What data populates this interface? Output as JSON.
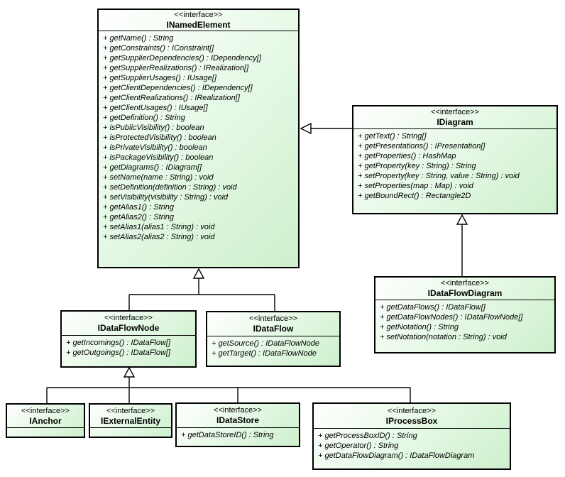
{
  "colors": {
    "background": "#ffffff",
    "box_border": "#000000",
    "box_fill_start": "#ffffff",
    "box_fill_end": "#cdf0cd",
    "line_color": "#000000"
  },
  "classes": [
    {
      "stereotype": "<<interface>>",
      "name": "INamedElement",
      "methods": [
        "+ getName() : String",
        "+ getConstraints() : IConstraint[]",
        "+ getSupplierDependencies() : IDependency[]",
        "+ getSupplierRealizations() : IRealization[]",
        "+ getSupplierUsages() : IUsage[]",
        "+ getClientDependencies() : IDependency[]",
        "+ getClientRealizations() : IRealization[]",
        "+ getClientUsages() : IUsage[]",
        "+ getDefinition() : String",
        "+ isPublicVisibility() : boolean",
        "+ isProtectedVisibility() : boolean",
        "+ isPrivateVisibility() : boolean",
        "+ isPackageVisibility() : boolean",
        "+ getDiagrams() : IDiagram[]",
        "+ setName(name : String) : void",
        "+ setDefinition(definition : String) : void",
        "+ setVisibility(visibility : String) : void",
        "+ getAlias1() : String",
        "+ getAlias2() : String",
        "+ setAlias1(alias1 : String) : void",
        "+ setAlias2(alias2 : String) : void"
      ]
    },
    {
      "stereotype": "<<interface>>",
      "name": "IDiagram",
      "methods": [
        "+ getText() : String[]",
        "+ getPresentations() : IPresentation[]",
        "+ getProperties() : HashMap",
        "+ getProperty(key : String) : String",
        "+ setProperty(key : String, value : String) : void",
        "+ setProperties(map : Map) : void",
        "+ getBoundRect() : Rectangle2D"
      ]
    },
    {
      "stereotype": "<<interface>>",
      "name": "IDataFlowDiagram",
      "methods": [
        "+ getDataFlows() : IDataFlow[]",
        "+ getDataFlowNodes() : IDataFlowNode[]",
        "+ getNotation() : String",
        "+ setNotation(notation : String) : void"
      ]
    },
    {
      "stereotype": "<<interface>>",
      "name": "IDataFlowNode",
      "methods": [
        "+ getIncomings() : IDataFlow[]",
        "+ getOutgoings() : IDataFlow[]"
      ]
    },
    {
      "stereotype": "<<interface>>",
      "name": "IDataFlow",
      "methods": [
        "+ getSource() : IDataFlowNode",
        "+ getTarget() : IDataFlowNode"
      ]
    },
    {
      "stereotype": "<<interface>>",
      "name": "IAnchor",
      "methods": []
    },
    {
      "stereotype": "<<interface>>",
      "name": "IExternalEntity",
      "methods": []
    },
    {
      "stereotype": "<<interface>>",
      "name": "IDataStore",
      "methods": [
        "+ getDataStoreID() : String"
      ]
    },
    {
      "stereotype": "<<interface>>",
      "name": "IProcessBox",
      "methods": [
        "+ getProcessBoxID() : String",
        "+ getOperator() : String",
        "+ getDataFlowDiagram() : IDataFlowDiagram"
      ]
    }
  ],
  "relationships": [
    {
      "type": "generalization",
      "from": "IDiagram",
      "to": "INamedElement"
    },
    {
      "type": "generalization",
      "from": "IDataFlowNode",
      "to": "INamedElement"
    },
    {
      "type": "generalization",
      "from": "IDataFlow",
      "to": "INamedElement"
    },
    {
      "type": "generalization",
      "from": "IDataFlowDiagram",
      "to": "IDiagram"
    },
    {
      "type": "generalization",
      "from": "IAnchor",
      "to": "IDataFlowNode"
    },
    {
      "type": "generalization",
      "from": "IExternalEntity",
      "to": "IDataFlowNode"
    },
    {
      "type": "generalization",
      "from": "IDataStore",
      "to": "IDataFlowNode"
    },
    {
      "type": "generalization",
      "from": "IProcessBox",
      "to": "IDataFlowNode"
    }
  ]
}
